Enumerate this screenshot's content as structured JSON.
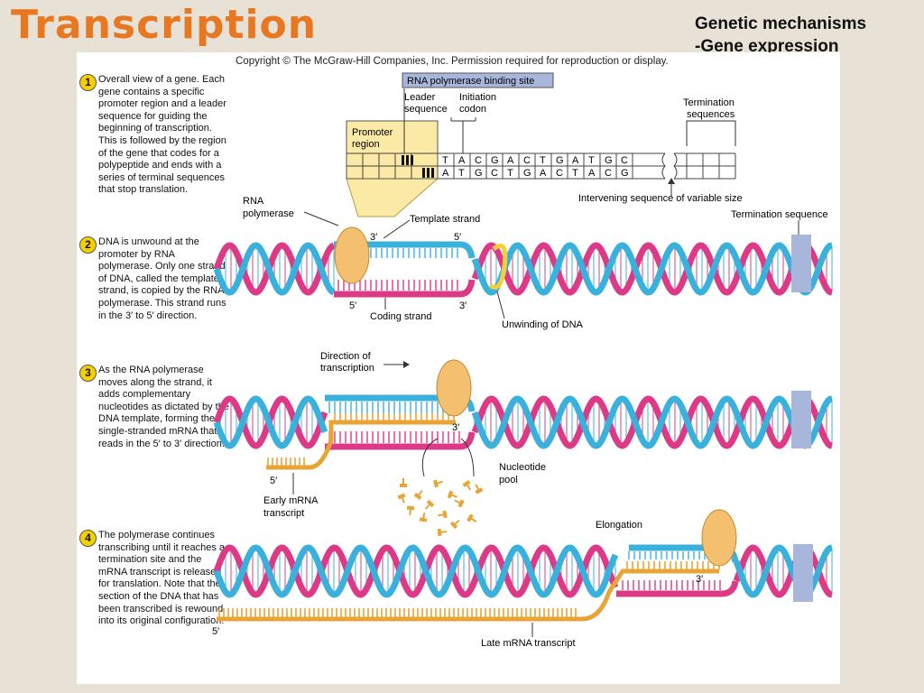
{
  "slide": {
    "title": "Transcription",
    "subtitle_line1": "Genetic mechanisms",
    "subtitle_line2": "-Gene expression"
  },
  "figure": {
    "copyright": "Copyright © The McGraw-Hill Companies, Inc. Permission required for reproduction or display.",
    "steps": [
      {
        "num": "1",
        "text": "Overall view of a gene. Each gene contains a specific promoter region and a leader sequence for guiding the beginning of transcription. This is followed by the region of the gene that codes for a polypeptide and ends with a series of terminal sequences that stop translation."
      },
      {
        "num": "2",
        "text": "DNA is unwound at the promoter by RNA polymerase. Only one strand of DNA, called the template strand, is copied by the RNA polymerase. This strand runs in the 3′ to 5′ direction."
      },
      {
        "num": "3",
        "text": "As the RNA polymerase moves along the strand, it adds complementary nucleotides as dictated by the DNA template, forming the single-stranded mRNA that reads in the 5′ to 3′ direction."
      },
      {
        "num": "4",
        "text": "The polymerase continues transcribing until it reaches a termination site and the mRNA transcript is released for translation. Note that the section of the DNA that has been transcribed is rewound into its original configuration."
      }
    ],
    "gene": {
      "binding_site": "RNA polymerase binding site",
      "leader_line1": "Leader",
      "leader_line2": "sequence",
      "initiation_line1": "Initiation",
      "initiation_line2": "codon",
      "promoter_line1": "Promoter",
      "promoter_line2": "region",
      "termination_line1": "Termination",
      "termination_line2": "sequences",
      "top_bases": [
        "T",
        "A",
        "C",
        "G",
        "A",
        "C",
        "T",
        "G",
        "A",
        "T",
        "G",
        "C"
      ],
      "bottom_bases": [
        "A",
        "T",
        "G",
        "C",
        "T",
        "G",
        "A",
        "C",
        "T",
        "A",
        "C",
        "G"
      ],
      "intervening": "Intervening sequence of variable size"
    },
    "labels": {
      "rna_polymerase_line1": "RNA",
      "rna_polymerase_line2": "polymerase",
      "template_strand": "Template strand",
      "termination_sequence": "Termination sequence",
      "coding_strand": "Coding strand",
      "unwinding": "Unwinding of DNA",
      "three_prime": "3′",
      "five_prime": "5′",
      "direction_line1": "Direction of",
      "direction_line2": "transcription",
      "nucleotide_line1": "Nucleotide",
      "nucleotide_line2": "pool",
      "early_line1": "Early mRNA",
      "early_line2": "transcript",
      "elongation": "Elongation",
      "late_transcript": "Late mRNA transcript"
    },
    "colors": {
      "title": "#e87722",
      "strand_blue": "#3ab0dc",
      "strand_pink": "#dc3a86",
      "mrna": "#e8a536",
      "polymerase": "#f4c070",
      "promoter_fill": "#fbe9a6",
      "terminator": "#a8b6dc"
    }
  }
}
